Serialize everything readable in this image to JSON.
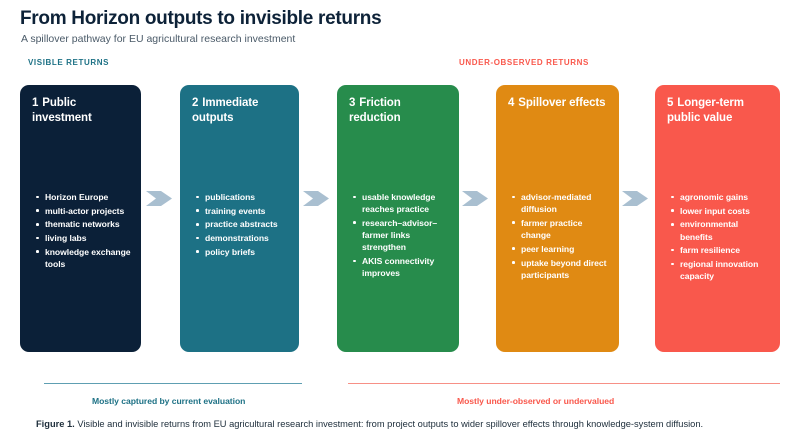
{
  "header": {
    "title": "From Horizon outputs to invisible returns",
    "subtitle": "A spillover pathway for EU agricultural research investment",
    "band_visible_label": "VISIBLE RETURNS",
    "band_under_label": "UNDER-OBSERVED RETURNS"
  },
  "colors": {
    "stage1": "#0b2038",
    "stage2": "#1d7185",
    "stage3": "#278c4c",
    "stage4": "#e08a13",
    "stage5": "#f9584c",
    "arrow": "#a9bfd0",
    "visible_accent": "#1d7185",
    "under_accent": "#f9584c",
    "rule_visible": "#5e9fb2",
    "rule_under": "#f79086"
  },
  "stages": [
    {
      "number": "1",
      "title": "Public investment",
      "color": "#0b2038",
      "items": [
        "Horizon Europe",
        "multi-actor projects",
        "thematic networks",
        "living labs",
        "knowledge exchange tools"
      ]
    },
    {
      "number": "2",
      "title": "Immediate outputs",
      "color": "#1d7185",
      "items": [
        "publications",
        "training events",
        "practice abstracts",
        "demonstrations",
        "policy briefs"
      ]
    },
    {
      "number": "3",
      "title": "Friction reduction",
      "color": "#278c4c",
      "items": [
        "usable knowledge reaches practice",
        "research–advisor–farmer links strengthen",
        "AKIS connectivity improves"
      ]
    },
    {
      "number": "4",
      "title": "Spillover effects",
      "color": "#e08a13",
      "items": [
        "advisor-mediated diffusion",
        "farmer practice change",
        "peer learning",
        "uptake beyond direct participants"
      ]
    },
    {
      "number": "5",
      "title": "Longer-term public value",
      "color": "#f9584c",
      "items": [
        "agronomic gains",
        "lower input costs",
        "environmental benefits",
        "farm resilience",
        "regional innovation capacity"
      ]
    }
  ],
  "arrows": [
    {
      "name": "arrow-stage1-to-stage2"
    },
    {
      "name": "arrow-stage2-to-stage3"
    },
    {
      "name": "arrow-stage3-to-stage4"
    },
    {
      "name": "arrow-stage4-to-stage5"
    }
  ],
  "footer": {
    "caption_visible": "Mostly captured by current evaluation",
    "caption_under": "Mostly under-observed or undervalued",
    "figure_lead": "Figure 1.",
    "figure_text": " Visible and invisible returns from EU agricultural research investment: from project outputs to wider spillover effects through knowledge-system diffusion."
  }
}
